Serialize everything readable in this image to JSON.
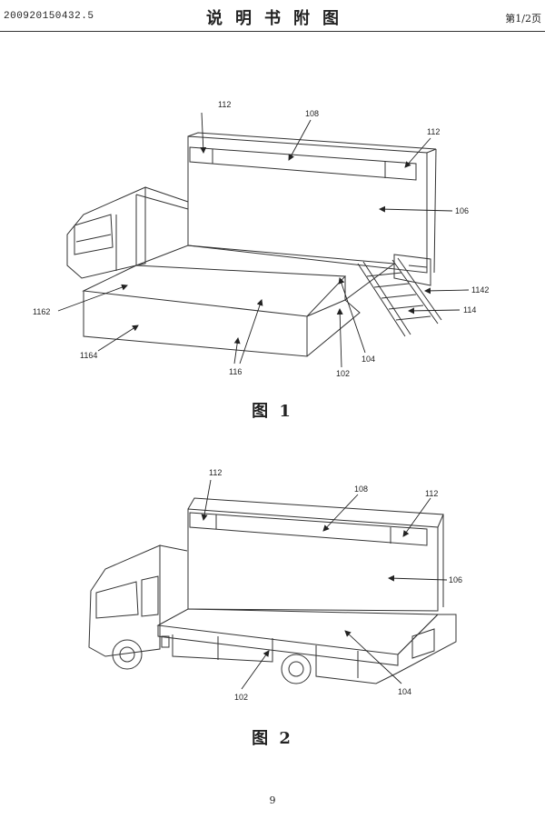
{
  "header": {
    "app_number": "200920150432.5",
    "title": "说明书附图",
    "page": "第1/2页"
  },
  "figure1": {
    "caption": "图 1",
    "labels": {
      "l112a": "112",
      "l108": "108",
      "l112b": "112",
      "l106": "106",
      "l1142": "1142",
      "l114": "114",
      "l1162": "1162",
      "l1164": "1164",
      "l116": "116",
      "l102": "102",
      "l104": "104"
    }
  },
  "figure2": {
    "caption": "图 2",
    "labels": {
      "l112a": "112",
      "l108": "108",
      "l112b": "112",
      "l106": "106",
      "l102": "102",
      "l104": "104"
    }
  },
  "footer": {
    "page_number": "9"
  }
}
